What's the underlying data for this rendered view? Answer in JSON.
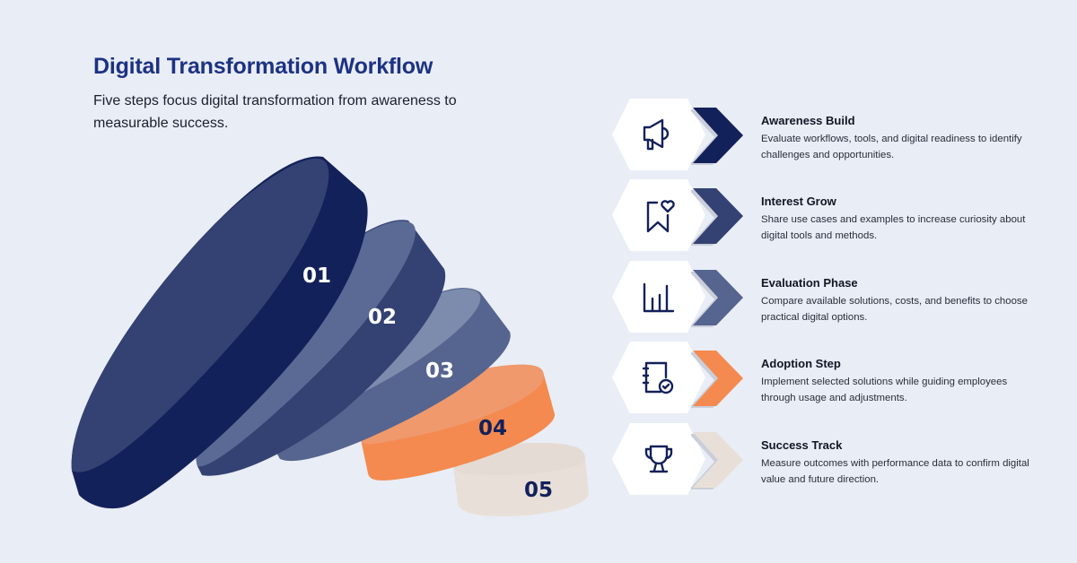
{
  "header": {
    "title": "Digital Transformation Workflow",
    "subtitle": "Five steps focus digital transformation from awareness to measurable success."
  },
  "colors": {
    "background": "#e9edf5",
    "title": "#1c3284",
    "step1": "#13215a",
    "step2": "#334273",
    "step3": "#56658f",
    "step4": "#f48a4f",
    "step5": "#e8e0d8"
  },
  "discs": [
    {
      "number": "01",
      "color": "#13215a"
    },
    {
      "number": "02",
      "color": "#334273"
    },
    {
      "number": "03",
      "color": "#56658f"
    },
    {
      "number": "04",
      "color": "#f48a4f"
    },
    {
      "number": "05",
      "color": "#e8e0d8"
    }
  ],
  "steps": [
    {
      "title": "Awareness Build",
      "description": "Evaluate workflows, tools, and digital readiness to identify challenges and opportunities.",
      "icon": "megaphone-icon",
      "color": "#13215a"
    },
    {
      "title": "Interest Grow",
      "description": "Share use cases and examples to increase curiosity about digital tools and methods.",
      "icon": "bookmark-heart-icon",
      "color": "#334273"
    },
    {
      "title": "Evaluation Phase",
      "description": "Compare available solutions, costs, and benefits to choose practical digital options.",
      "icon": "bar-chart-icon",
      "color": "#56658f"
    },
    {
      "title": "Adoption Step",
      "description": "Implement selected solutions while guiding employees through usage and adjustments.",
      "icon": "notebook-check-icon",
      "color": "#f48a4f"
    },
    {
      "title": "Success Track",
      "description": "Measure outcomes with performance data to confirm digital value and future direction.",
      "icon": "trophy-icon",
      "color": "#e8e0d8"
    }
  ]
}
